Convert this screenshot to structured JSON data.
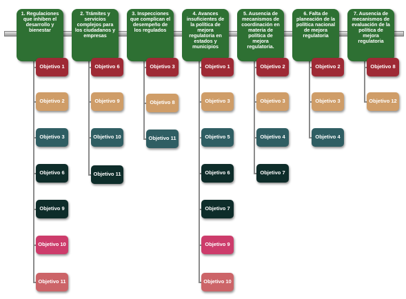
{
  "columns": [
    {
      "title": "1. Regulaciones que inhiben el desarrollo y bienestar",
      "objectives": [
        {
          "label": "Objetivo 1",
          "color": "c1"
        },
        {
          "label": "Objetivo 2",
          "color": "c2"
        },
        {
          "label": "Objetivo 3",
          "color": "c3"
        },
        {
          "label": "Objetivo 6",
          "color": "c4"
        },
        {
          "label": "Objetivo 9",
          "color": "c4"
        },
        {
          "label": "Objetivo 10",
          "color": "c5"
        },
        {
          "label": "Objetivo 11",
          "color": "c6"
        }
      ]
    },
    {
      "title": "2. Trámites y servicios complejos para los ciudadanos y empresas",
      "objectives": [
        {
          "label": "Objetivo 6",
          "color": "c1"
        },
        {
          "label": "Objetivo 9",
          "color": "c2"
        },
        {
          "label": "Objetivo 10",
          "color": "c3"
        },
        {
          "label": "Objetivo 11",
          "color": "c4"
        }
      ]
    },
    {
      "title": "3. Inspecciones que complican el desempeño de los regulados",
      "objectives": [
        {
          "label": "Objetivo 3",
          "color": "c1"
        },
        {
          "label": "Objetivo 8",
          "color": "c2"
        },
        {
          "label": "Objetivo 11",
          "color": "c3"
        }
      ]
    },
    {
      "title": "4. Avances insuficientes de la política de mejora regulatoria en estados y municipios",
      "objectives": [
        {
          "label": "Objetivo 1",
          "color": "c1"
        },
        {
          "label": "Objetivo 3",
          "color": "c2"
        },
        {
          "label": "Objetivo 5",
          "color": "c3"
        },
        {
          "label": "Objetivo 6",
          "color": "c4"
        },
        {
          "label": "Objetivo 7",
          "color": "c4"
        },
        {
          "label": "Objetivo 9",
          "color": "c5"
        },
        {
          "label": "Objetivo 10",
          "color": "c6"
        }
      ]
    },
    {
      "title": "5. Ausencia de mecanismos de coordinación en materia de política de mejora regulatoria.",
      "objectives": [
        {
          "label": "Objetivo 2",
          "color": "c1"
        },
        {
          "label": "Objetivo 3",
          "color": "c2"
        },
        {
          "label": "Objetivo 4",
          "color": "c3"
        },
        {
          "label": "Objetivo 7",
          "color": "c4"
        }
      ]
    },
    {
      "title": "6. Falta de planeación de la política nacional de mejora regulatoria",
      "objectives": [
        {
          "label": "Objetivo 2",
          "color": "c1"
        },
        {
          "label": "Objetivo 3",
          "color": "c2"
        },
        {
          "label": "Objetivo 4",
          "color": "c3"
        }
      ]
    },
    {
      "title": "7. Ausencia de mecanismos de evaluación de la política de mejora regulatoria",
      "objectives": [
        {
          "label": "Objetivo 8",
          "color": "c1"
        },
        {
          "label": "Objetivo 12",
          "color": "c2"
        }
      ]
    }
  ]
}
